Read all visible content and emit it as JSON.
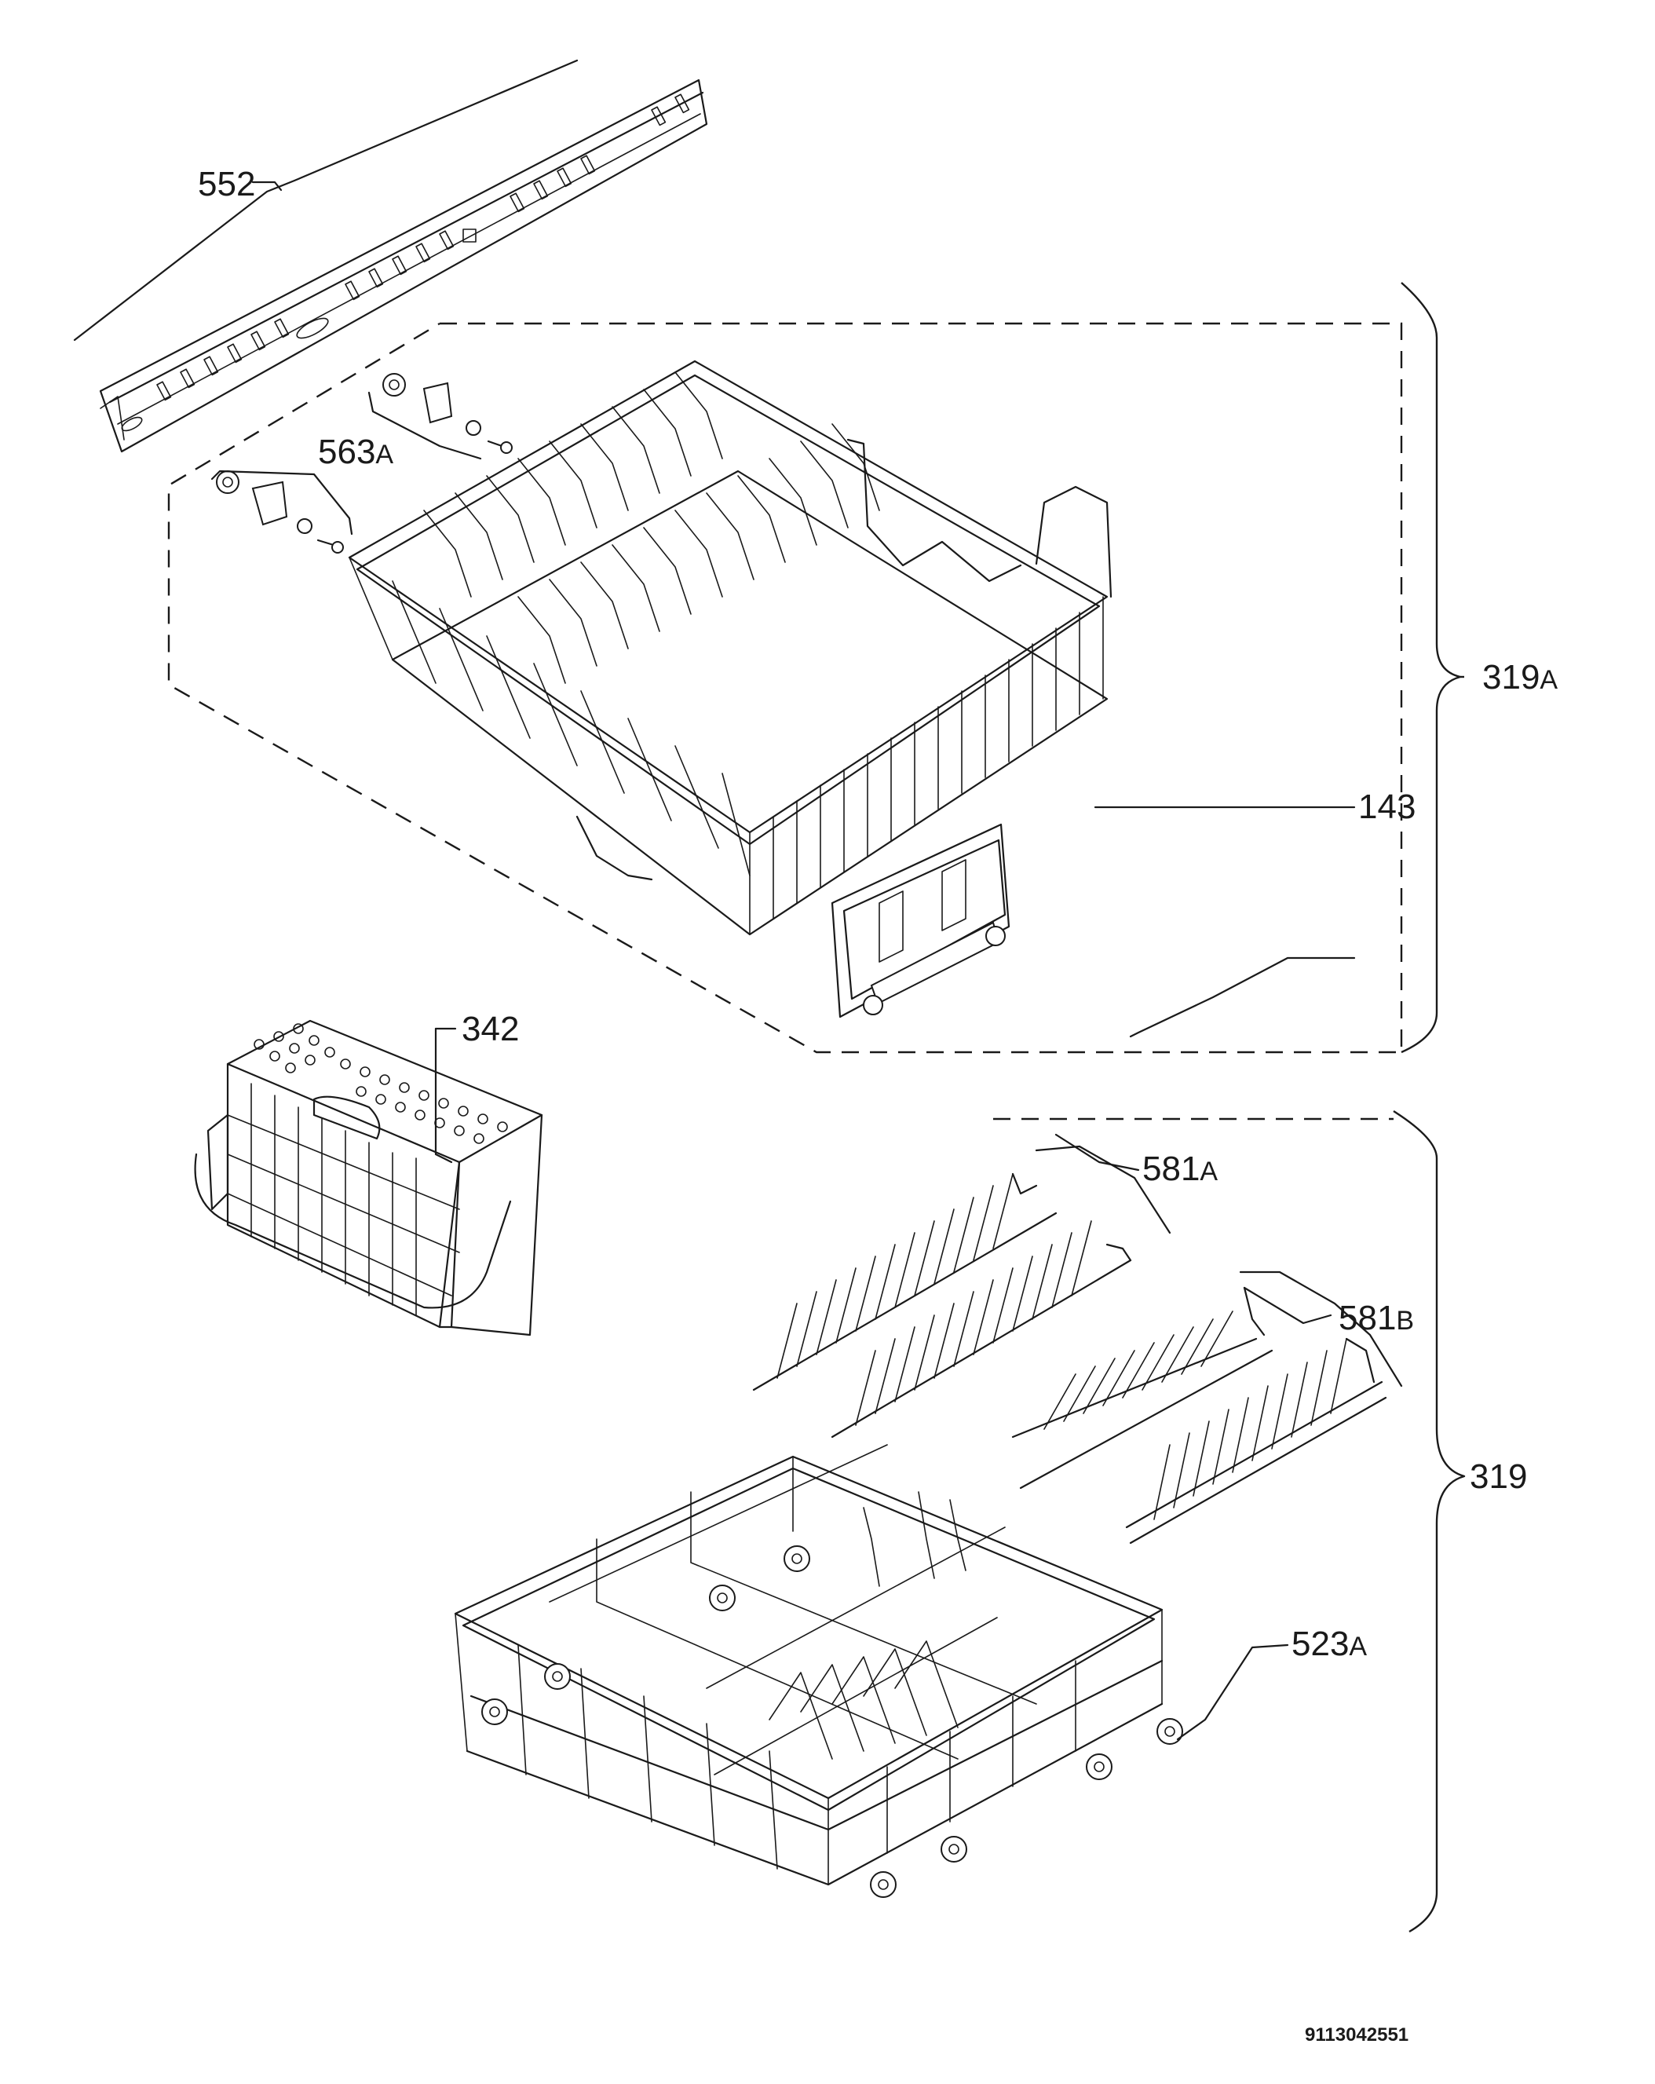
{
  "parts": [
    {
      "id": "rail",
      "number": "552",
      "suffix": ""
    },
    {
      "id": "rack-wheel-kit",
      "number": "563",
      "suffix": "A"
    },
    {
      "id": "upper-basket-assembly",
      "number": "319",
      "suffix": "A"
    },
    {
      "id": "adjuster-handle",
      "number": "143",
      "suffix": ""
    },
    {
      "id": "cutlery-basket",
      "number": "342",
      "suffix": ""
    },
    {
      "id": "plate-rack-a",
      "number": "581",
      "suffix": "A"
    },
    {
      "id": "plate-rack-b",
      "number": "581",
      "suffix": "B"
    },
    {
      "id": "lower-basket-assembly",
      "number": "319",
      "suffix": ""
    },
    {
      "id": "lower-wheel",
      "number": "523",
      "suffix": "A"
    }
  ],
  "document_number": "9113042551",
  "colors": {
    "ink": "#1a1a1a",
    "background": "#ffffff"
  }
}
